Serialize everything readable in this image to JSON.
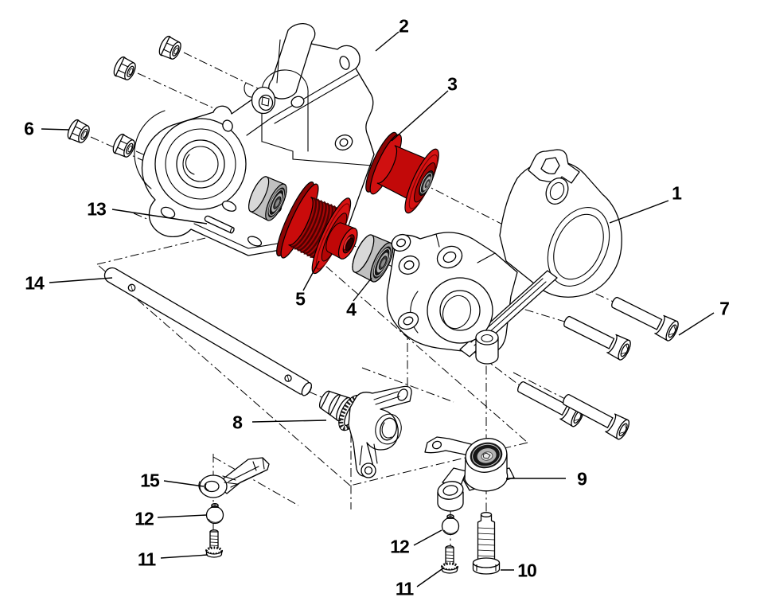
{
  "diagram": {
    "kind": "exploded-parts-diagram",
    "background_color": "#ffffff",
    "outline_color": "#000000",
    "accent_colors": {
      "red_bright": "#d61212",
      "red_mid": "#b00707",
      "red_dark": "#8d0404",
      "red_deep": "#5a0202",
      "metal_light": "#d8d8d8",
      "metal_mid": "#c0c0c0",
      "metal_dark": "#9e9e9e",
      "bearing_ring_black": "#141414"
    },
    "callouts": [
      {
        "id": "1",
        "label": "1"
      },
      {
        "id": "2",
        "label": "2"
      },
      {
        "id": "3",
        "label": "3"
      },
      {
        "id": "4",
        "label": "4"
      },
      {
        "id": "5",
        "label": "5"
      },
      {
        "id": "6",
        "label": "6"
      },
      {
        "id": "7",
        "label": "7"
      },
      {
        "id": "8",
        "label": "8"
      },
      {
        "id": "9",
        "label": "9"
      },
      {
        "id": "10",
        "label": "10"
      },
      {
        "id": "11a",
        "label": "11"
      },
      {
        "id": "11b",
        "label": "11"
      },
      {
        "id": "12a",
        "label": "12"
      },
      {
        "id": "12b",
        "label": "12"
      },
      {
        "id": "13",
        "label": "13"
      },
      {
        "id": "14",
        "label": "14"
      },
      {
        "id": "15",
        "label": "15"
      }
    ]
  }
}
